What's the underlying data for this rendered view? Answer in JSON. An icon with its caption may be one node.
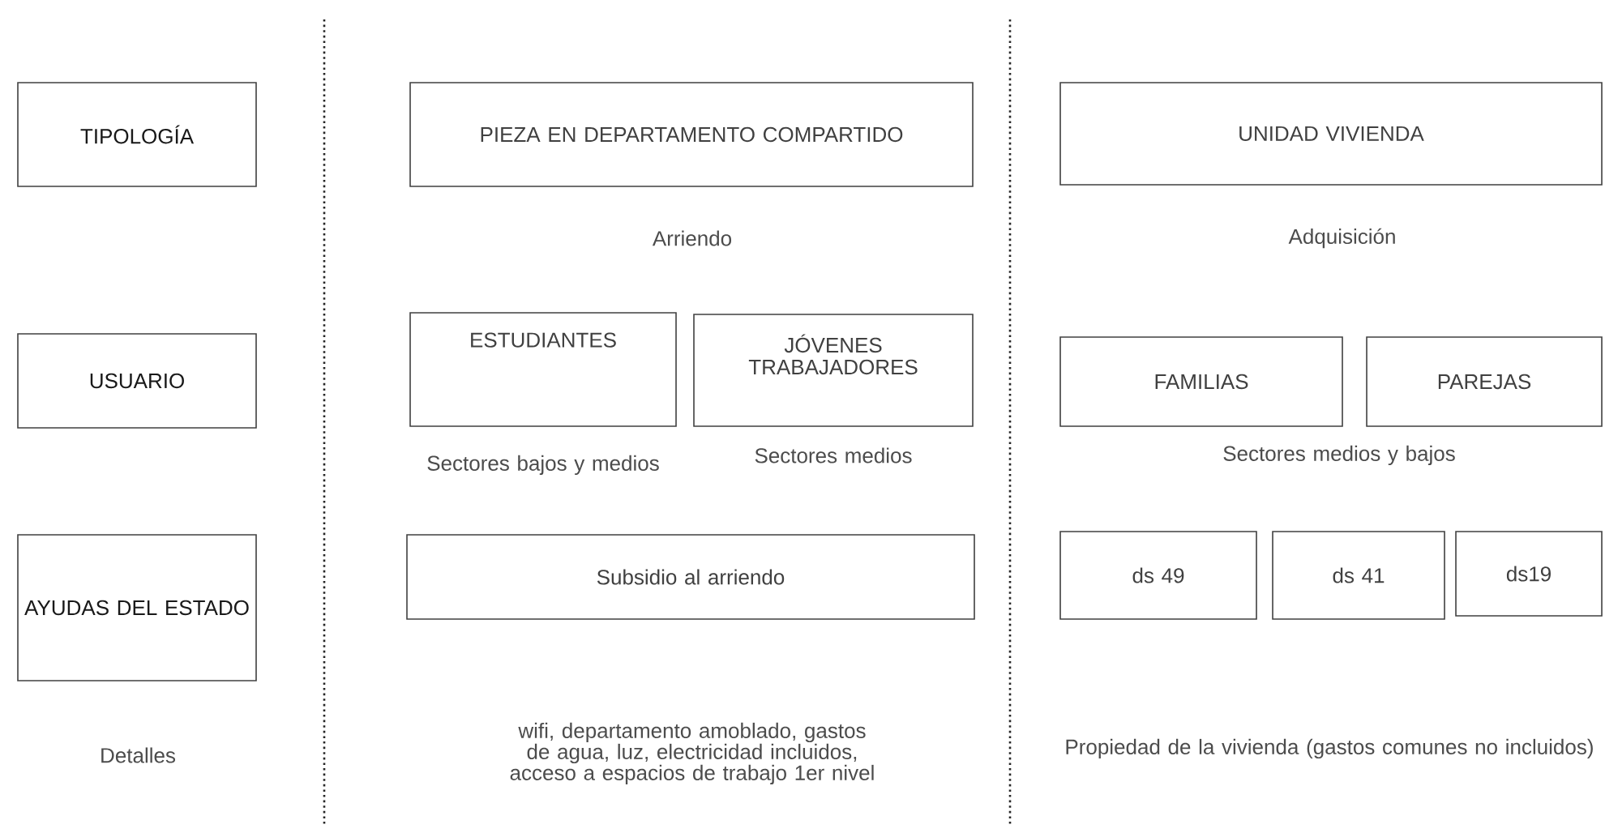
{
  "diagram": {
    "nodes": [
      {
        "text": [
          "TIPOLOGÍA"
        ]
      },
      {
        "text": [
          "PIEZA EN DEPARTAMENTO COMPARTIDO"
        ],
        "beside": [
          "Arriendo"
        ]
      },
      {
        "text": [
          "UNIDAD VIVIENDA"
        ],
        "beside": [
          "Adquisición"
        ]
      },
      {
        "text": [
          "USUARIO"
        ]
      },
      {
        "text": [
          "ESTUDIANTES"
        ],
        "beside": [
          "Sectores bajos y medios"
        ]
      },
      {
        "text": [
          "JÓVENES TRABAJADORES"
        ],
        "beside": [
          "Sectores medios"
        ]
      },
      {
        "text": [
          "FAMILIAS"
        ]
      },
      {
        "text": [
          "PAREJAS"
        ]
      },
      {
        "text": [
          "AYUDAS DEL ESTADO"
        ]
      },
      {
        "text": [
          "Subsidio al arriendo"
        ]
      },
      {
        "text": [
          "ds 49"
        ]
      },
      {
        "text": [
          "ds 41"
        ]
      },
      {
        "text": [
          "ds19"
        ]
      }
    ],
    "labels": [
      "Sectores medios y bajos",
      "Detalles",
      "wifi, departamento amoblado, gastos de agua, luz, electricidad incluidos, acceso a espacios de trabajo 1er nivel",
      "Propiedad de la vivienda (gastos comunes no incluidos)"
    ]
  }
}
